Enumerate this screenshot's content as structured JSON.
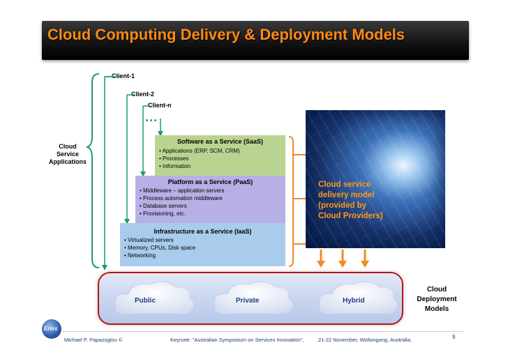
{
  "title": "Cloud Computing Delivery & Deployment Models",
  "clients": [
    "Client-1",
    "Client-2",
    "Client-n"
  ],
  "ellipsis": "...",
  "csa_label": [
    "Cloud",
    "Service",
    "Applications"
  ],
  "saas": {
    "heading": "Software as a Service (SaaS)",
    "items": [
      "• Applications (ERP, SCM, CRM)",
      "• Processes",
      "• Information"
    ]
  },
  "paas": {
    "heading": "Platform as a Service (PaaS)",
    "items": [
      "• Middleware – application servers",
      "• Process automation middleware",
      "• Database servers",
      "• Provisioning, etc."
    ]
  },
  "iaas": {
    "heading": "Infrastructure as a Service (IaaS)",
    "items": [
      "• Virtualized servers",
      "• Memory, CPUs, Disk space",
      "• Networking"
    ]
  },
  "delivery_model": [
    "Cloud service",
    "delivery model",
    "(provided by",
    "Cloud Providers)"
  ],
  "clouds": [
    "Public",
    "Private",
    "Hybrid"
  ],
  "deployment_label": [
    "Cloud",
    "Deployment",
    "Models"
  ],
  "footer": {
    "author": "Michael P. Papazoglou ©",
    "keynote": "Keynote: \"Australian Symposium on Services Innovation\",",
    "date_place": "21-22 November, Wollongong, Australia.",
    "page": "9",
    "logo_text": "Eriss"
  },
  "colors": {
    "title": "#ff8a14",
    "saas": "#b9d490",
    "paas": "#b6b0e6",
    "iaas": "#a9cbec",
    "arrow_green": "#1d9a6c",
    "bracket_orange": "#f08a24",
    "band_border": "#b01818"
  }
}
